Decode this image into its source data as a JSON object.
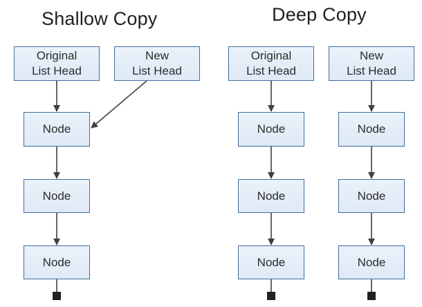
{
  "shallow": {
    "title": "Shallow Copy",
    "original_head": [
      "Original",
      "List Head"
    ],
    "new_head": [
      "New",
      "List Head"
    ],
    "nodes": [
      "Node",
      "Node",
      "Node"
    ]
  },
  "deep": {
    "title": "Deep Copy",
    "original_head": [
      "Original",
      "List Head"
    ],
    "new_head": [
      "New",
      "List Head"
    ],
    "original_nodes": [
      "Node",
      "Node",
      "Node"
    ],
    "new_nodes": [
      "Node",
      "Node",
      "Node"
    ]
  },
  "colors": {
    "box_fill": "#e4edf7",
    "box_border": "#3f6e9e",
    "arrow": "#404040",
    "terminator": "#222222"
  }
}
